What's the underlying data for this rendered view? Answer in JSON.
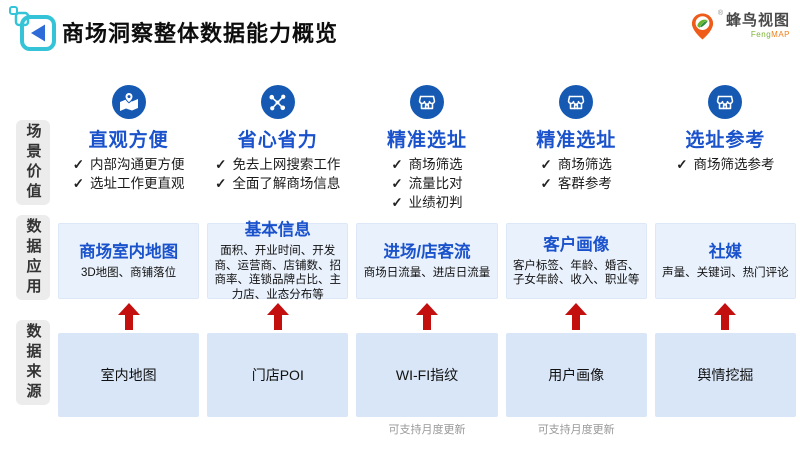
{
  "page": {
    "title": "商场洞察整体数据能力概览"
  },
  "brand": {
    "name": "蜂鸟视图",
    "sub_feng": "Feng",
    "sub_map": "MAP",
    "reg": "®"
  },
  "sidebar": {
    "rows": [
      {
        "label": "场景价值"
      },
      {
        "label": "数据应用"
      },
      {
        "label": "数据来源"
      }
    ]
  },
  "check_glyph": "✓",
  "columns": [
    {
      "icon": "map-location-icon",
      "value_title": "直观方便",
      "points": [
        "内部沟通更方便",
        "选址工作更直观"
      ],
      "app_title": "商场室内地图",
      "app_desc": "3D地图、商铺落位",
      "source": "室内地图"
    },
    {
      "icon": "network-icon",
      "value_title": "省心省力",
      "points": [
        "免去上网搜索工作",
        "全面了解商场信息"
      ],
      "app_title": "基本信息",
      "app_desc": "面积、开业时间、开发商、运营商、店铺数、招商率、连锁品牌占比、主力店、业态分布等",
      "source": "门店POI"
    },
    {
      "icon": "storefront-icon",
      "value_title": "精准选址",
      "points": [
        "商场筛选",
        "流量比对",
        "业绩初判"
      ],
      "app_title": "进场/店客流",
      "app_desc": "商场日流量、进店日流量",
      "source": "WI-FI指纹",
      "note": "可支持月度更新"
    },
    {
      "icon": "storefront-icon",
      "value_title": "精准选址",
      "points": [
        "商场筛选",
        "客群参考"
      ],
      "app_title": "客户画像",
      "app_desc": "客户标签、年龄、婚否、子女年龄、收入、职业等",
      "source": "用户画像",
      "note": "可支持月度更新"
    },
    {
      "icon": "storefront-icon",
      "value_title": "选址参考",
      "points": [
        "商场筛选参考"
      ],
      "app_title": "社媒",
      "app_desc": "声量、关键词、热门评论",
      "source": "舆情挖掘"
    }
  ],
  "colors": {
    "heading_blue": "#1a52cc",
    "icon_circle_blue": "#1559b3",
    "app_box_bg": "#e9f1fc",
    "source_box_bg": "#d9e6f8",
    "sidebar_label_bg": "#ececec",
    "arrow_red": "#c40f0f",
    "note_gray": "#999999",
    "logo_teal": "#35c3d8",
    "logo_triangle_blue": "#2f6bd8",
    "brand_pin_orange": "#ef5b18",
    "brand_pin_green": "#67b42d"
  }
}
